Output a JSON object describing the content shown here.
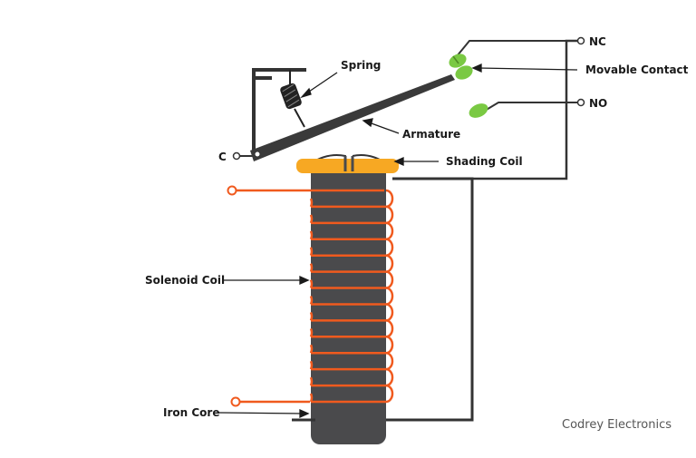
{
  "labels": {
    "nc": "NC",
    "movable_contact": "Movable Contact",
    "no": "NO",
    "spring": "Spring",
    "armature": "Armature",
    "c": "C",
    "shading_coil": "Shading Coil",
    "solenoid_coil": "Solenoid Coil",
    "iron_core": "Iron Core"
  },
  "credit": "Codrey Electronics",
  "colors": {
    "frame": "#333333",
    "core": "#4a4a4c",
    "coil": "#f05a1e",
    "shading_coil": "#f7a823",
    "contact": "#7ac943",
    "spring": "#222222"
  }
}
